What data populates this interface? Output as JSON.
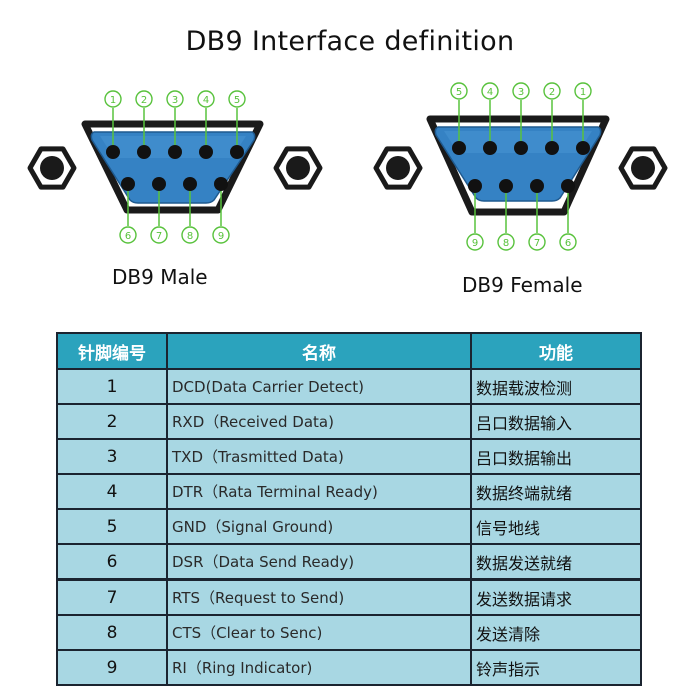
{
  "title": "DB9  Interface definition",
  "male": {
    "label": "DB9  Male",
    "top_pins": [
      "1",
      "2",
      "3",
      "4",
      "5"
    ],
    "bottom_pins": [
      "6",
      "7",
      "8",
      "9"
    ]
  },
  "female": {
    "label": "DB9 Female",
    "top_pins": [
      "5",
      "4",
      "3",
      "2",
      "1"
    ],
    "bottom_pins": [
      "9",
      "8",
      "7",
      "6"
    ]
  },
  "colors": {
    "shell": "#1a1a1a",
    "face": "#3582c4",
    "face_light": "#4b9ad6",
    "pin": "#111111",
    "marker": "#58c23c",
    "header_bg": "#2ba3bd",
    "cell_bg": "#a8d7e3"
  },
  "table": {
    "headers": [
      "针脚编号",
      "名称",
      "功能"
    ],
    "rows": [
      {
        "pin": "1",
        "name": "DCD(Data Carrier Detect)",
        "func": "数据载波检测"
      },
      {
        "pin": "2",
        "name": "RXD（Received Data)",
        "func": "吕口数据输入"
      },
      {
        "pin": "3",
        "name": "TXD（Trasmitted Data)",
        "func": "吕口数据输出"
      },
      {
        "pin": "4",
        "name": "DTR（Rata Terminal Ready)",
        "func": "数据终端就绪"
      },
      {
        "pin": "5",
        "name": "GND（Signal Ground)",
        "func": "信号地线"
      },
      {
        "pin": "6",
        "name": "DSR（Data Send Ready)",
        "func": "数据发送就绪"
      },
      {
        "pin": "7",
        "name": "RTS（Request to Send)",
        "func": "发送数据请求"
      },
      {
        "pin": "8",
        "name": "CTS（Clear to Senc)",
        "func": "发送清除"
      },
      {
        "pin": "9",
        "name": "RI（Ring Indicator)",
        "func": "铃声指示"
      }
    ]
  }
}
